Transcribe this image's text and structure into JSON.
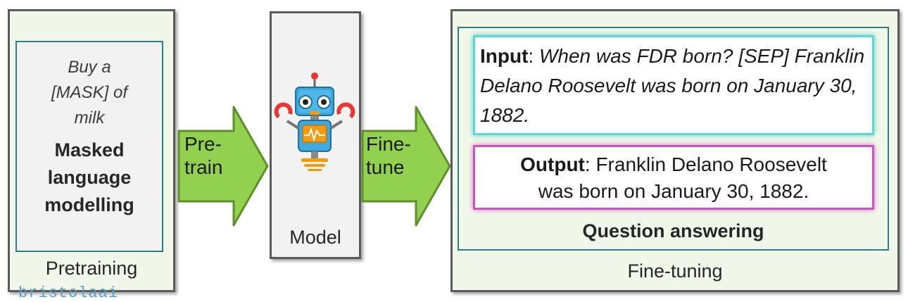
{
  "pretraining": {
    "example_line1": "Buy a",
    "example_line2": "[MASK] of",
    "example_line3": "milk",
    "task_line1": "Masked",
    "task_line2": "language",
    "task_line3": "modelling",
    "label": "Pretraining"
  },
  "arrows": {
    "pretrain_line1": "Pre-",
    "pretrain_line2": "train",
    "finetune_line1": "Fine-",
    "finetune_line2": "tune",
    "fill_color": "#92d050",
    "stroke_color": "#5f8f2a"
  },
  "model": {
    "label": "Model",
    "icon": "robot-icon"
  },
  "finetuning": {
    "input_label": "Input",
    "input_text": "When was FDR born? [SEP] Franklin Delano Roosevelt was born on January 30, 1882.",
    "output_label": "Output",
    "output_text_line1": "Franklin Delano Roosevelt",
    "output_text_line2": "was born on January 30, 1882.",
    "task": "Question answering",
    "label": "Fine-tuning"
  },
  "watermark": "bristolaai",
  "colors": {
    "panel_bg": "#f1f8e9",
    "teal_border": "#2e7f7f",
    "input_glow": "#5fd6d6",
    "output_glow": "#c956c0"
  }
}
